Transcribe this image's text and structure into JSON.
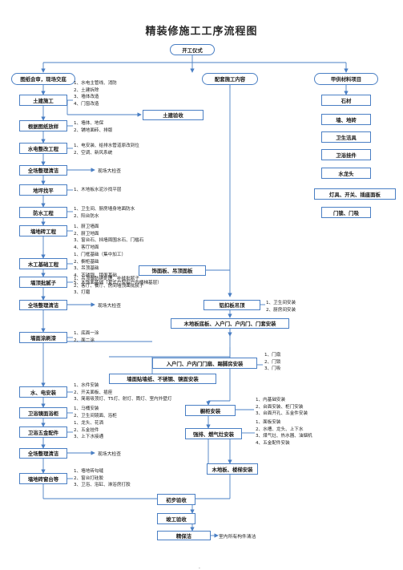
{
  "title": "精装修施工工序流程图",
  "start": "开工仪式",
  "heads": {
    "left": "图纸会审，现场交底",
    "mid": "配套施工内容",
    "right": "甲供材料项目"
  },
  "left_boxes": [
    "土建施工",
    "根据图纸放样",
    "水电整改工程",
    "全场整理清洁",
    "地坪找平",
    "防水工程",
    "墙地砖工程",
    "木工基础工程",
    "墙顶批腻子",
    "全场整理清洁",
    "墙面涂刷漆",
    "水、电安装",
    "卫浴镜面浴柜",
    "卫浴五金配件",
    "全场整理清洁",
    "墙地砖窗台等"
  ],
  "mid_boxes": [
    "土建验收",
    "饰面板、吊顶面板",
    "铝扣板吊顶",
    "木地板底板、入户门、户内门、门套安装",
    "入户门、户内门门扇、踢脚房安装",
    "墙面贴墙纸、不锈钢、镜面安装",
    "橱柜安装",
    "强排、燃气灶安装",
    "木地板、楼梯安装",
    "初步验收",
    "竣工验收",
    "精保洁"
  ],
  "right_boxes": [
    "石材",
    "墙、地砖",
    "卫生洁具",
    "卫浴挂件",
    "水龙头",
    "灯具、开关、插座面板",
    "门锁、门吸"
  ],
  "lists": {
    "tujian": [
      "1、水电主管线、消防",
      "2、土建拆除",
      "3、墙体改造",
      "4、门窗改造"
    ],
    "fangyang": [
      "1、墙体、地保",
      "2、铺地面砖、排版"
    ],
    "shuidian": [
      "1、电安装、给排水管道原改到位",
      "2、空调、新风系统"
    ],
    "diping": [
      "1、木地板水泥沙找平层"
    ],
    "fangshui": [
      "1、卫生间、厨房墙身地面防水",
      "2、阳台防水"
    ],
    "zhuan": [
      "1、厨卫墙面",
      "2、厨卫地面",
      "3、窗台石、挡墙周围水石、门槛石",
      "4、客厅地面"
    ],
    "mugong": [
      "1、门框基础（集中加工）",
      "2、橱柜基础",
      "3、吊顶基础",
      "4、不锈钢、镜面基础",
      "5、木饰面基础（复式户型有户内楼梯基层）"
    ],
    "nizi": [
      "1、吊顶做防锈处理、补缝批腻子",
      "2、客厅、餐厅、房间墙顶面批腻子",
      "3、打磨"
    ],
    "tushua": [
      "1、底面一涂",
      "2、面二涂"
    ],
    "shuidian2": [
      "1、水件安装",
      "2、开关面板、插座",
      "3、简易吸顶灯、T5灯、射灯、筒灯、室内外壁灯"
    ],
    "yugui": [
      "1、马桶安装",
      "2、卫生间镜面、浴柜"
    ],
    "wujin": [
      "1、龙头、花洒",
      "2、五金挂件",
      "3、上下水接通"
    ],
    "chuangtai": [
      "1、墙地砖勾缝",
      "2、窗台打硅胶",
      "3、卫浴、浴缸、淋浴房打胶"
    ],
    "lvkou": [
      "1、卫生间安装",
      "2、厨房间安装"
    ],
    "menshan": [
      "1、门扇",
      "2、门锁",
      "3、门吸"
    ],
    "chugui": [
      "1、内基础安装",
      "2、台面安装、柜门安装",
      "3、台面开孔、五金件安装"
    ],
    "qiangpai": [
      "1、面板安装",
      "2、水槽、龙头、上下水",
      "3、煤气灶、热水器、油烟机",
      "4、五金配件安装"
    ]
  },
  "notes": {
    "check1": "现场大检查",
    "check2": "现场大检查",
    "check3": "现场大检查",
    "clean": "室内所有构件清洁"
  },
  "colors": {
    "border": "#4a7fc4",
    "line": "#4a7fc4",
    "text": "#1a1a1a"
  }
}
